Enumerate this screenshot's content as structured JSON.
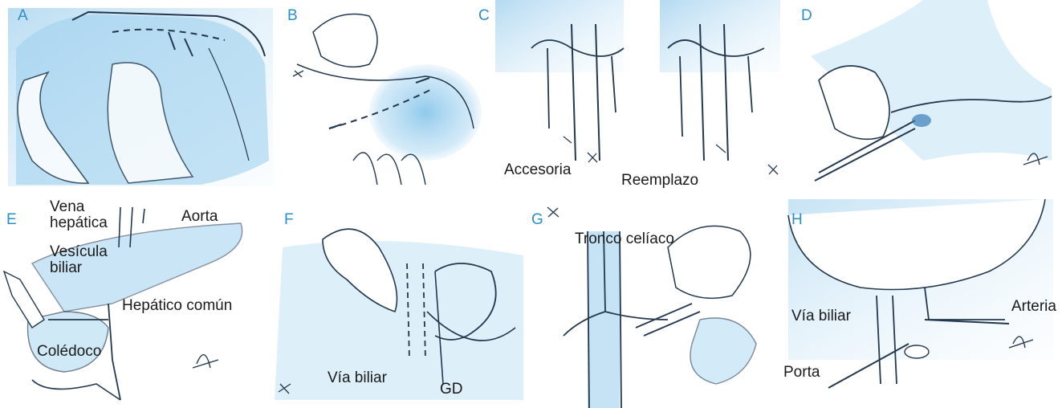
{
  "colors": {
    "panel_letter": "#2a8fc9",
    "wash": "#7cc0e8",
    "ink": "#23384f"
  },
  "panels": [
    {
      "letter": "A"
    },
    {
      "letter": "B"
    },
    {
      "letter": "C",
      "labels": {
        "accesoria": "Accesoria",
        "reemplazo": "Reemplazo"
      }
    },
    {
      "letter": "D"
    },
    {
      "letter": "E",
      "labels": {
        "vena_hepatica": "Vena\nhepática",
        "aorta": "Aorta",
        "vesicula_biliar": "Vesícula\nbiliar",
        "hepatico_comun": "Hepático común",
        "coledoco": "Colédoco"
      }
    },
    {
      "letter": "F",
      "labels": {
        "via_biliar": "Vía biliar",
        "gd": "GD"
      }
    },
    {
      "letter": "G",
      "labels": {
        "tronco_celiaco": "Tronco celíaco"
      }
    },
    {
      "letter": "H",
      "labels": {
        "via_biliar": "Vía biliar",
        "arteria": "Arteria",
        "porta": "Porta"
      }
    }
  ]
}
